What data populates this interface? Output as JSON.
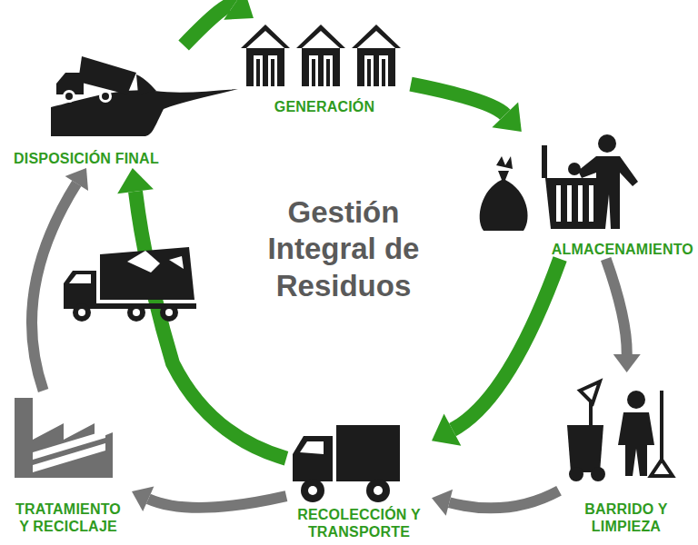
{
  "diagram": {
    "title": "Gestión Integral de Residuos",
    "nodes": [
      {
        "text": [
          "GENERACIÓN"
        ]
      },
      {
        "text": [
          "ALMACENAMIENTO"
        ]
      },
      {
        "text": [
          "BARRIDO Y LIMPIEZA"
        ]
      },
      {
        "text": [
          "RECOLECCIÓN Y TRANSPORTE"
        ]
      },
      {
        "text": [
          "TRATAMIENTO Y RECICLAJE"
        ]
      },
      {
        "text": [
          "DISPOSICIÓN FINAL"
        ]
      }
    ],
    "edges": [
      {
        "from": 0,
        "to": 1,
        "arrow": "to"
      },
      {
        "from": 1,
        "to": 3,
        "arrow": "to"
      },
      {
        "from": 3,
        "to": 5,
        "arrow": "to"
      },
      {
        "from": 5,
        "to": 0,
        "arrow": "to"
      },
      {
        "from": 1,
        "to": 2,
        "arrow": "to"
      },
      {
        "from": 2,
        "to": 3,
        "arrow": "to"
      },
      {
        "from": 3,
        "to": 4,
        "arrow": "to"
      },
      {
        "from": 4,
        "to": 5,
        "arrow": "to"
      }
    ]
  }
}
